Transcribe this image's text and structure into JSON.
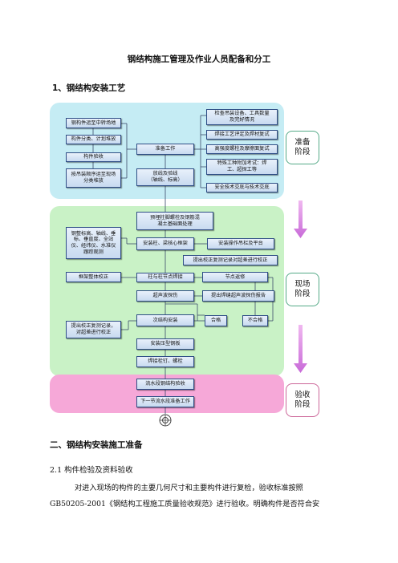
{
  "doc": {
    "title": "钢结构施工管理及作业人员配备和分工",
    "section1": "1、钢结构安装工艺",
    "section2": "二、钢结构安装施工准备",
    "subsection": "2.1 构件检验及资料验收",
    "para_line1": "对进入现场的构件的主要几何尺寸和主要构件进行复检，验收标准按照",
    "para_line2": "GB50205-2001《钢结构工程施工质量验收规范》进行验收。明确构件是否符合安"
  },
  "flow": {
    "phases": {
      "prep": "准备\n阶段",
      "site": "现场\n阶段",
      "accept": "验收\n阶段"
    },
    "prep": {
      "left": [
        "钢构件运至中转场地",
        "构件分类、计划堆放",
        "构件验收",
        "按吊装顺序运至现场\n分类堆放"
      ],
      "center": [
        "准备工作",
        "放线及验线\n（轴线、标高）"
      ],
      "right": [
        "检查吊装设备、工具数量\n及完好情况",
        "焊接工艺评定及焊材复试",
        "高强度螺栓及摩擦面复试",
        "特殊工种附加考试：焊\n工、超探工等",
        "安全技术交底与技术交底"
      ]
    },
    "site": {
      "embed": "预埋柱脚螺栓及钢筋混\n凝土基础面处理",
      "measure": "钢整标高、轴线、垂\n标、垂直度、全站\n仪、经纬仪、水准仪\n跟踪观测",
      "install": "安装柱、梁核心框架",
      "platform": "安装操作吊栏及平台",
      "correct": "提出校正复测记录对超差进行校正",
      "frame": "框架整体校正",
      "weld": "柱与柱节点焊接",
      "node": "节点返修",
      "ut": "超声波探伤",
      "report": "提出焊缝超声波探伤报告",
      "secondary": "次结构安装",
      "pass": "合格",
      "fail": "不合格",
      "recheck": "提出校正复测记录，\n对超差进行校正",
      "deck": "安装压型钢板",
      "stud": "焊接栓钉、螺栓"
    },
    "accept": {
      "items": [
        "流水段钢结构验收",
        "下一节流水段准备工作"
      ]
    }
  }
}
